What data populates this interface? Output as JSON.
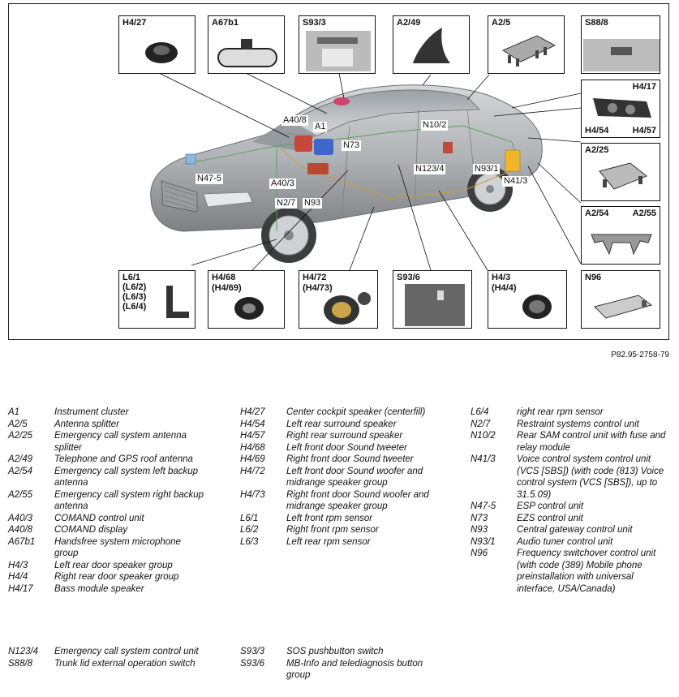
{
  "figure_ref": "P82.95-2758-79",
  "callouts": {
    "h4_27": "H4/27",
    "a67b1": "A67b1",
    "s93_3": "S93/3",
    "a2_49": "A2/49",
    "a2_5": "A2/5",
    "s88_8": "S88/8",
    "h4_17": "H4/17",
    "h4_54": "H4/54",
    "h4_57": "H4/57",
    "a2_25": "A2/25",
    "a2_54": "A2/54",
    "a2_55": "A2/55",
    "n96": "N96",
    "h4_3": "H4/3",
    "h4_4": "(H4/4)",
    "s93_6": "S93/6",
    "h4_72": "H4/72",
    "h4_73": "(H4/73)",
    "h4_68": "H4/68",
    "h4_69": "(H4/69)",
    "l6_1": "L6/1",
    "l6_2": "(L6/2)",
    "l6_3": "(L6/3)",
    "l6_4": "(L6/4)"
  },
  "car_labels": {
    "a40_8": "A40/8",
    "a1": "A1",
    "n73": "N73",
    "n10_2": "N10/2",
    "n47_5": "N47-5",
    "a40_3": "A40/3",
    "n123_4": "N123/4",
    "n93_1": "N93/1",
    "n41_3": "N41/3",
    "n2_7": "N2/7",
    "n93": "N93"
  },
  "legend": {
    "col1": [
      {
        "code": "A1",
        "desc": "Instrument cluster"
      },
      {
        "code": "A2/5",
        "desc": "Antenna splitter"
      },
      {
        "code": "A2/25",
        "desc": "Emergency call system antenna splitter"
      },
      {
        "code": "A2/49",
        "desc": "Telephone and GPS roof antenna"
      },
      {
        "code": "A2/54",
        "desc": "Emergency call system left backup antenna"
      },
      {
        "code": "A2/55",
        "desc": "Emergency call system right backup antenna"
      },
      {
        "code": "A40/3",
        "desc": "COMAND control unit"
      },
      {
        "code": "A40/8",
        "desc": "COMAND display"
      },
      {
        "code": "A67b1",
        "desc": "Handsfree system microphone group"
      },
      {
        "code": "H4/3",
        "desc": "Left rear door speaker group"
      },
      {
        "code": "H4/4",
        "desc": "Right rear door speaker group"
      },
      {
        "code": "H4/17",
        "desc": "Bass module speaker"
      }
    ],
    "col2": [
      {
        "code": "H4/27",
        "desc": "Center cockpit speaker (centerfill)"
      },
      {
        "code": "H4/54",
        "desc": "Left rear surround speaker"
      },
      {
        "code": "H4/57",
        "desc": "Right rear surround speaker"
      },
      {
        "code": "H4/68",
        "desc": "Left front door Sound tweeter"
      },
      {
        "code": "H4/69",
        "desc": "Right front door Sound tweeter"
      },
      {
        "code": "H4/72",
        "desc": "Left front door Sound woofer and midrange speaker group"
      },
      {
        "code": "H4/73",
        "desc": "Right front door Sound woofer and midrange speaker group"
      },
      {
        "code": "L6/1",
        "desc": "Left front rpm sensor"
      },
      {
        "code": "L6/2",
        "desc": "Right front rpm sensor"
      },
      {
        "code": "L6/3",
        "desc": "Left rear rpm sensor"
      }
    ],
    "col3": [
      {
        "code": "L6/4",
        "desc": "right rear rpm sensor"
      },
      {
        "code": "N2/7",
        "desc": "Restraint systems control unit"
      },
      {
        "code": "N10/2",
        "desc": "Rear SAM control unit with fuse and relay module"
      },
      {
        "code": "N41/3",
        "desc": "Voice control system control unit (VCS [SBS]) (with code (813) Voice control system (VCS [SBS]), up to 31.5.09)"
      },
      {
        "code": "N47-5",
        "desc": "ESP control unit"
      },
      {
        "code": "N73",
        "desc": "EZS control unit"
      },
      {
        "code": "N93",
        "desc": "Central gateway control unit"
      },
      {
        "code": "N93/1",
        "desc": "Audio tuner control unit"
      },
      {
        "code": "N96",
        "desc": "Frequency switchover control unit (with code (389) Mobile phone preinstallation with universal interface, USA/Canada)"
      }
    ],
    "col4": [
      {
        "code": "N123/4",
        "desc": "Emergency call system control unit"
      },
      {
        "code": "S88/8",
        "desc": "Trunk lid external operation switch"
      }
    ],
    "col5": [
      {
        "code": "S93/3",
        "desc": "SOS pushbutton switch"
      },
      {
        "code": "S93/6",
        "desc": "MB-Info and telediagnosis button group"
      }
    ]
  }
}
